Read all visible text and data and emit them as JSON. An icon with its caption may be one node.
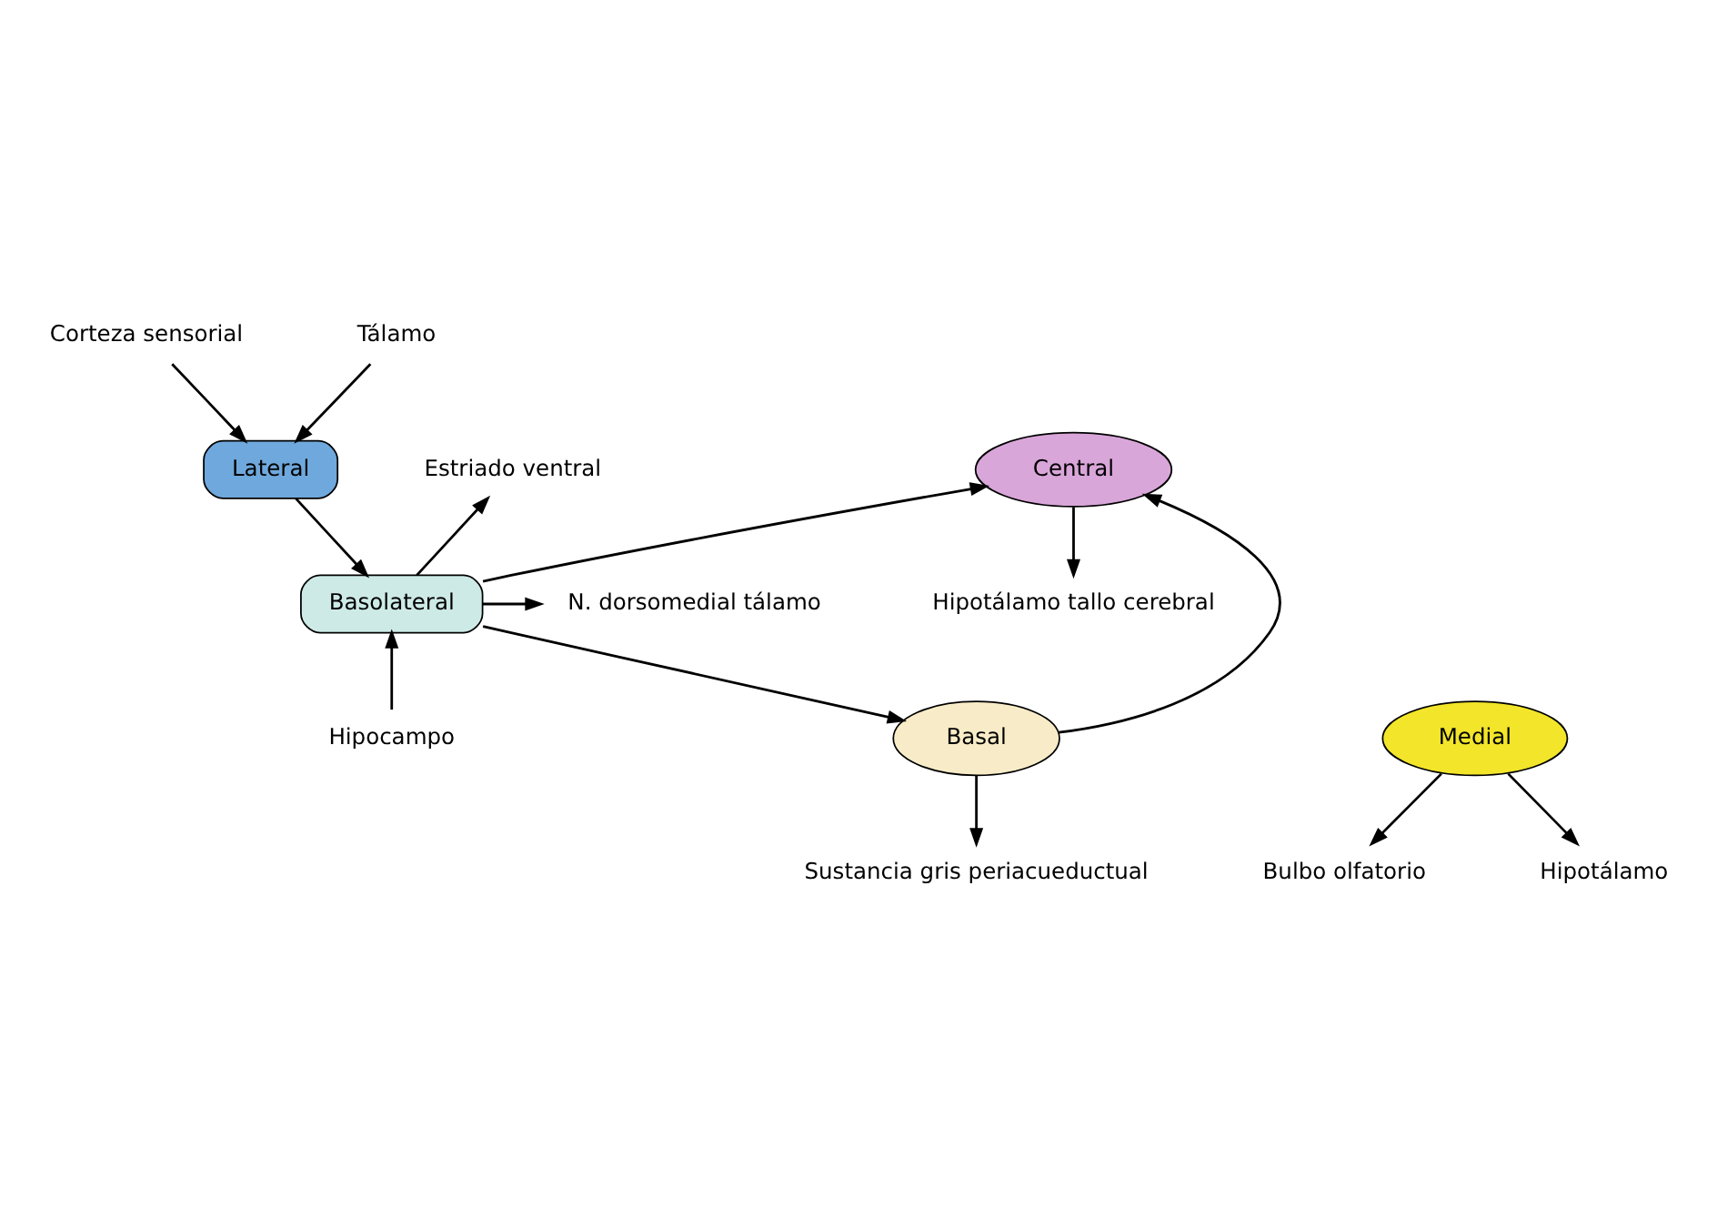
{
  "diagram": {
    "nodes": [
      {
        "text": [
          "Corteza sensorial"
        ]
      },
      {
        "text": [
          "Tálamo"
        ]
      },
      {
        "text": [
          "Lateral"
        ]
      },
      {
        "text": [
          "Central"
        ]
      },
      {
        "text": [
          "Estriado ventral"
        ]
      },
      {
        "text": [
          "Hipotálamo tallo cerebral"
        ]
      },
      {
        "text": [
          "Basolateral"
        ]
      },
      {
        "text": [
          "N. dorsomedial tálamo"
        ]
      },
      {
        "text": [
          "Hipocampo"
        ]
      },
      {
        "text": [
          "Medial"
        ]
      },
      {
        "text": [
          "Basal"
        ]
      },
      {
        "text": [
          "Bulbo olfatorio"
        ]
      },
      {
        "text": [
          "Hipotálamo"
        ]
      },
      {
        "text": [
          "Sustancia gris periacueductual"
        ]
      }
    ],
    "edges": [
      {
        "from": 0,
        "to": 2,
        "arrow": "to"
      },
      {
        "from": 1,
        "to": 2,
        "arrow": "to"
      },
      {
        "from": 2,
        "to": 6,
        "arrow": "to"
      },
      {
        "from": 6,
        "to": 3,
        "arrow": "to"
      },
      {
        "from": 6,
        "to": 4,
        "arrow": "to"
      },
      {
        "from": 6,
        "to": 7,
        "arrow": "to"
      },
      {
        "from": 8,
        "to": 6,
        "arrow": "to"
      },
      {
        "from": 6,
        "to": 10,
        "arrow": "to"
      },
      {
        "from": 10,
        "to": 3,
        "arrow": "to"
      },
      {
        "from": 3,
        "to": 5,
        "arrow": "to"
      },
      {
        "from": 9,
        "to": 11,
        "arrow": "to"
      },
      {
        "from": 9,
        "to": 12,
        "arrow": "to"
      },
      {
        "from": 10,
        "to": 13,
        "arrow": "to"
      }
    ]
  }
}
